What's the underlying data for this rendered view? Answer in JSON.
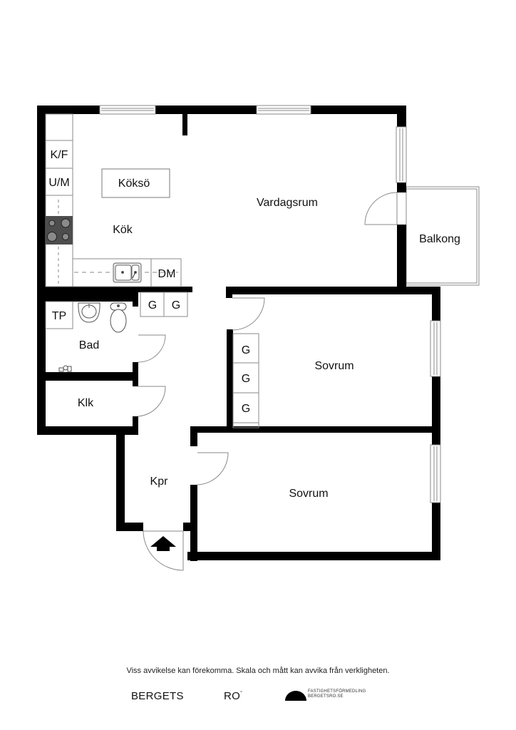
{
  "floorplan": {
    "rooms": {
      "kitchen": "Kök",
      "kitchen_island": "Köksö",
      "living_room": "Vardagsrum",
      "balcony": "Balkong",
      "bathroom": "Bad",
      "closet": "Klk",
      "hallway": "Kpr",
      "bedroom_1": "Sovrum",
      "bedroom_2": "Sovrum"
    },
    "fixtures": {
      "fridge_freezer": "K/F",
      "oven_microwave": "U/M",
      "dishwasher": "DM",
      "washer_dryer": "TP",
      "hallway_wardrobes": [
        "G",
        "G"
      ],
      "bedroom_wardrobes": [
        "G",
        "G",
        "G"
      ]
    },
    "icons": {
      "stove": "stove-icon",
      "sink": "kitchen-sink-icon",
      "basin": "wash-basin-icon",
      "toilet": "toilet-icon",
      "shower": "shower-tap-icon",
      "entrance": "entrance-arrow-icon"
    },
    "colors": {
      "wall": "#000000",
      "line": "#9a9a9a",
      "stove": "#4d4d4d",
      "background": "#ffffff"
    }
  },
  "footer": {
    "disclaimer": "Viss avvikelse kan förekomma. Skala och mått kan avvika från verkligheten.",
    "brand_left": "BERGETS",
    "brand_right": "RO",
    "brand_mark": "°",
    "agency_line1": "FASTIGHETSFÖRMEDLING",
    "agency_line2": "BERGETSRO.SE"
  }
}
